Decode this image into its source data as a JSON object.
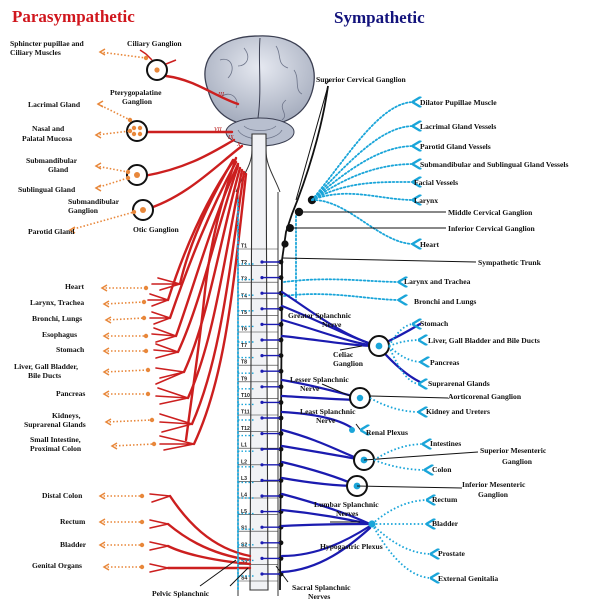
{
  "titles": {
    "parasympathetic": "Parasympathetic",
    "sympathetic": "Sympathetic"
  },
  "colors": {
    "parasympathetic": "#cc1f1f",
    "sympathetic_dotted": "#1aa5d9",
    "sympathetic_nerve": "#1b1bb0",
    "target_arrow": "#e8873a",
    "brain_fill": "#c9cedb"
  },
  "cranial_nerves": [
    "III",
    "VII",
    "IX",
    "X"
  ],
  "parasympathetic_labels": {
    "sphincter": [
      "Sphincter pupillae and",
      "Ciliary Muscles"
    ],
    "lacrimal": "Lacrimal Gland",
    "nasal": [
      "Nasal and",
      "Palatal Mucosa"
    ],
    "submandibular": [
      "Submandibular",
      "Gland"
    ],
    "sublingual": "Sublingual Gland",
    "parotid": "Parotid Gland",
    "ciliary_ganglion": "Ciliary Ganglion",
    "pterygopalatine": [
      "Pterygopalatine",
      "Ganglion"
    ],
    "submandibular_ganglion": [
      "Submandibular",
      "Ganglion"
    ],
    "otic_ganglion": "Otic Ganglion",
    "heart": "Heart",
    "larynx": "Larynx, Trachea",
    "bronchi": "Bronchi, Lungs",
    "esophagus": "Esophagus",
    "stomach": "Stomach",
    "liver": [
      "Liver, Gall Bladder,",
      "Bile Ducts"
    ],
    "pancreas": "Pancreas",
    "kidneys": [
      "Kidneys,",
      "Suprarenal Glands"
    ],
    "small_intestine": [
      "Small Intestine,",
      "Proximal Colon"
    ],
    "distal_colon": "Distal Colon",
    "rectum": "Rectum",
    "bladder": "Bladder",
    "genital": "Genital Organs",
    "pelvic_splanchnic": "Pelvic Splanchnic"
  },
  "sympathetic_labels": {
    "superior_cervical": "Superior Cervical Ganglion",
    "dilator": "Dilator Pupillae Muscle",
    "lacrimal_vessels": "Lacrimal Gland Vessels",
    "parotid_vessels": "Parotid Gland Vessels",
    "submandibular_vessels": "Submandibular and Sublingual Gland Vessels",
    "facial_vessels": "Facial Vessels",
    "larynx": "Larynx",
    "middle_cervical": "Middle Cervical Ganglion",
    "inferior_cervical": "Inferior Cervical Ganglion",
    "heart": "Heart",
    "trunk": "Sympathetic Trunk",
    "larynx_trachea": "Larynx and Trachea",
    "bronchi_lungs": "Bronchi and Lungs",
    "greater_splanchnic": [
      "Greater Splanchnic",
      "Nerve"
    ],
    "stomach": "Stomach",
    "celiac": [
      "Celiac",
      "Ganglion"
    ],
    "liver": "Liver, Gall Bladder and Bile Ducts",
    "pancreas": "Pancreas",
    "suprarenal": "Suprarenal Glands",
    "lesser_splanchnic": [
      "Lesser Splanchnic",
      "Nerve"
    ],
    "aorticorenal": "Aorticorenal Ganglion",
    "least_splanchnic": [
      "Least Splanchnic",
      "Nerve"
    ],
    "kidney": "Kidney and Ureters",
    "renal_plexus": "Renal Plexus",
    "intestines": "Intestines",
    "superior_mesenteric": [
      "Superior Mesenteric",
      "Ganglion"
    ],
    "colon": "Colon",
    "inferior_mesenteric": [
      "Inferior Mesenteric",
      "Ganglion"
    ],
    "lumbar_splanchnic": [
      "Lumbar Splanchnic",
      "Nerves"
    ],
    "rectum": "Rectum",
    "bladder": "Bladder",
    "hypogastric": "Hypogastric Plexus",
    "prostate": "Prostate",
    "external_genitalia": "External Genitalia",
    "sacral_splanchnic": [
      "Sacral Splanchnic",
      "Nerves"
    ]
  },
  "spinal_segments": [
    "T1",
    "T2",
    "T3",
    "T4",
    "T5",
    "T6",
    "T7",
    "T8",
    "T9",
    "T10",
    "T11",
    "T12",
    "L1",
    "L2",
    "L3",
    "L4",
    "L5",
    "S1",
    "S2",
    "S3",
    "S4"
  ]
}
